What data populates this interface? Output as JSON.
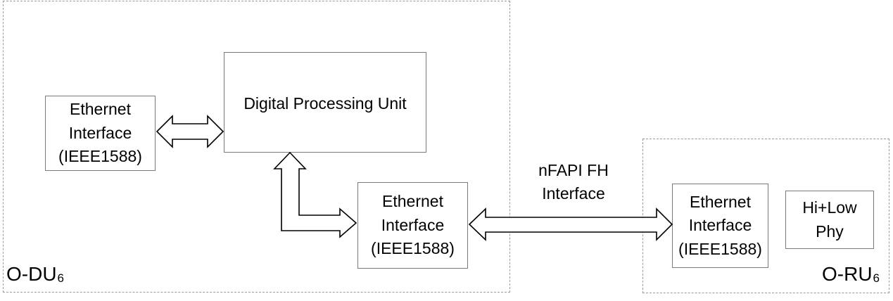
{
  "odu": {
    "label": "O-DU",
    "label_sub": "6",
    "eth_left": "Ethernet\nInterface\n(IEEE1588)",
    "dpu": "Digital Processing Unit",
    "eth_right": "Ethernet\nInterface\n(IEEE1588)"
  },
  "oru": {
    "label": "O-RU",
    "label_sub": "6",
    "eth": "Ethernet\nInterface\n(IEEE1588)",
    "phy": "Hi+Low\nPhy"
  },
  "fronthaul": {
    "label": "nFAPI FH\nInterface"
  }
}
